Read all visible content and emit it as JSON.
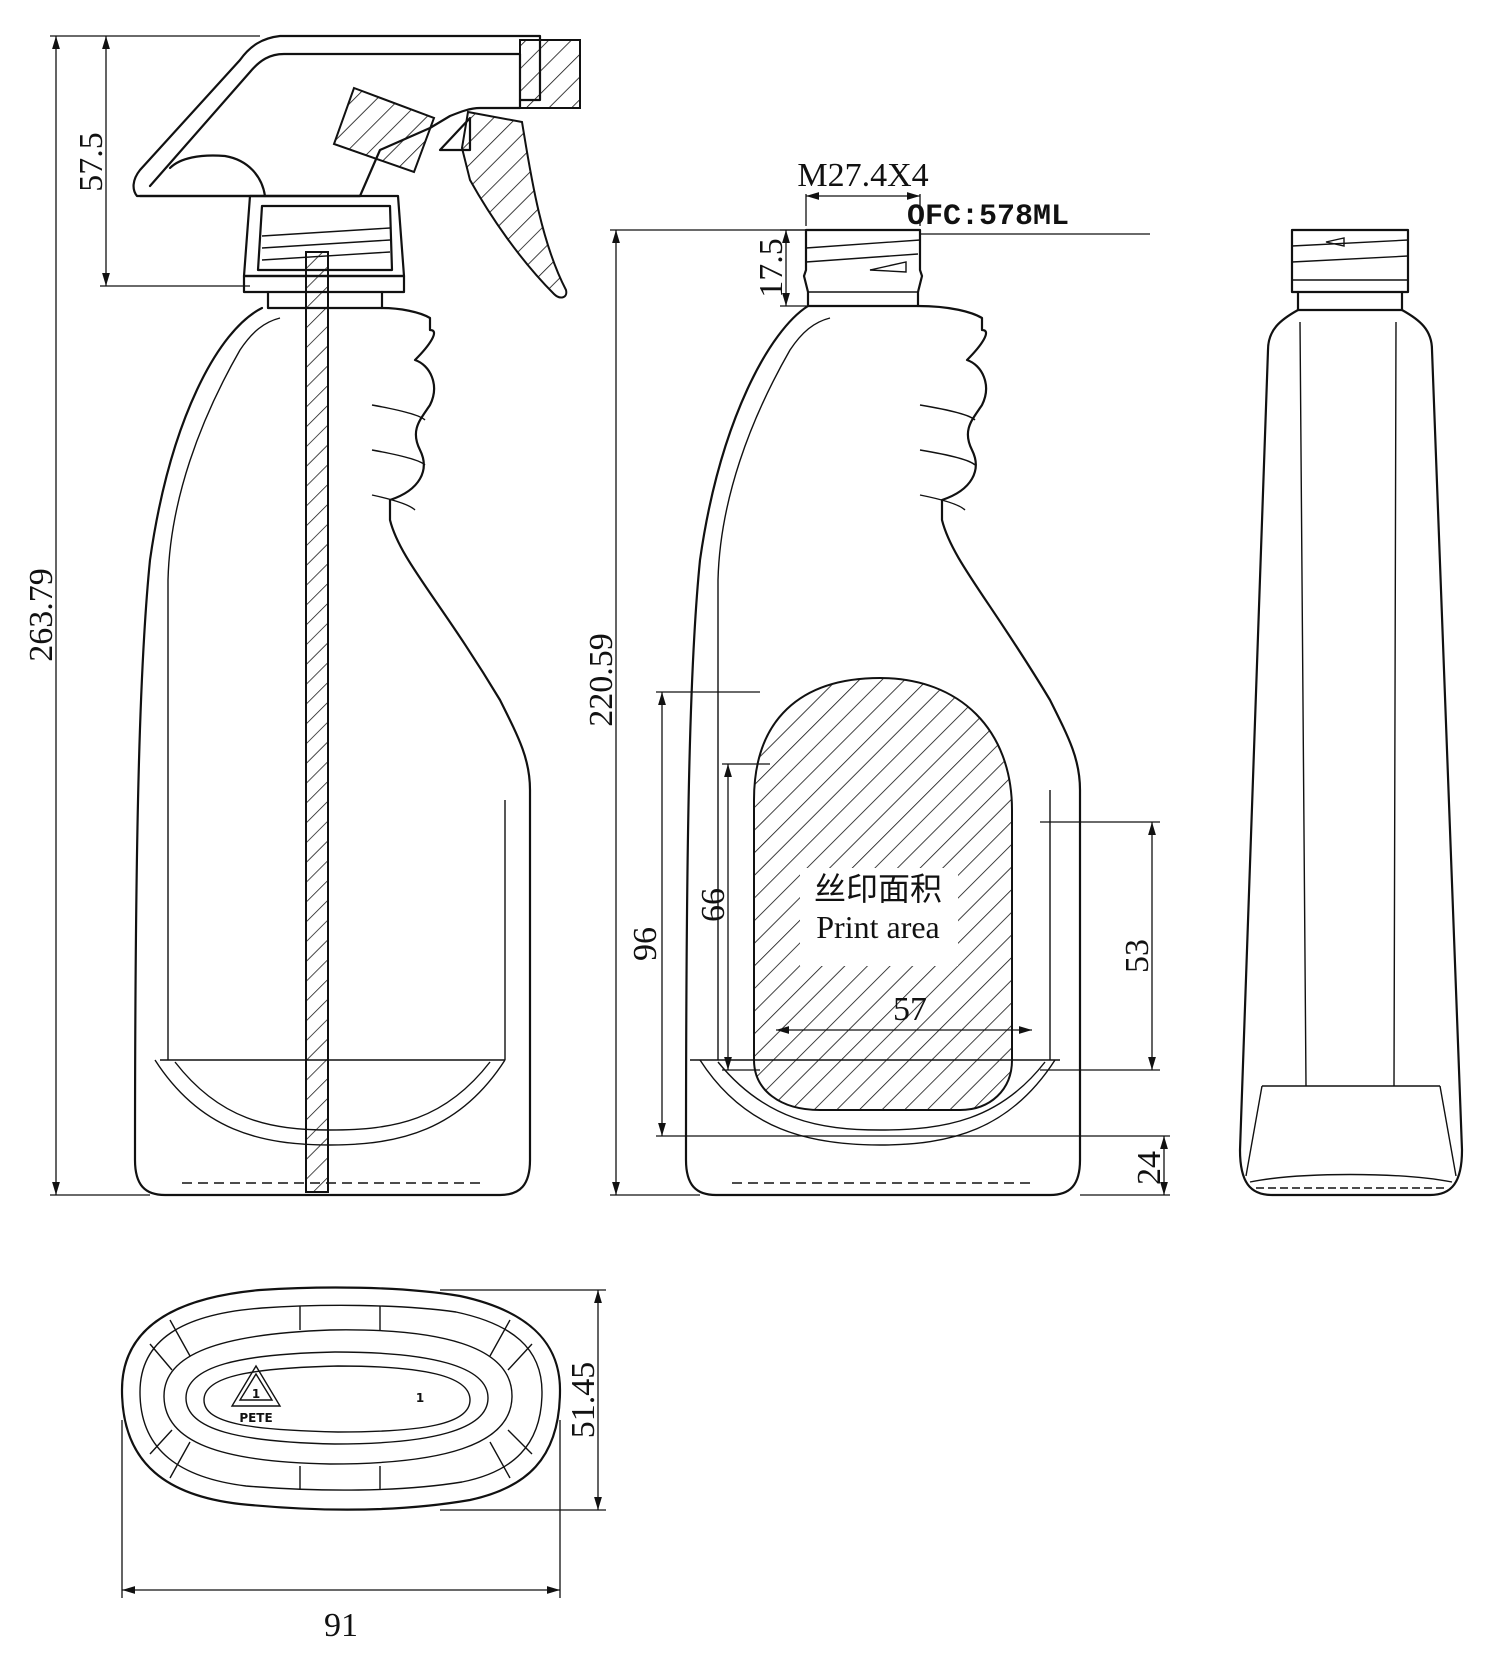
{
  "dimensions": {
    "total_height": "263.79",
    "sprayer_height": "57.5",
    "bottle_height": "220.59",
    "thread_spec": "M27.4X4",
    "neck_height": "17.5",
    "capacity": "OFC:578ML",
    "print_area_outer_height": "96",
    "print_area_inner_height": "66",
    "print_area_width": "57",
    "print_area_right_height": "53",
    "base_height": "24",
    "base_width": "91",
    "base_depth": "51.45"
  },
  "print_area": {
    "label_cn": "丝印面积",
    "label_en": "Print area"
  },
  "recycling": {
    "code": "1",
    "material": "PETE",
    "mark": "1"
  }
}
